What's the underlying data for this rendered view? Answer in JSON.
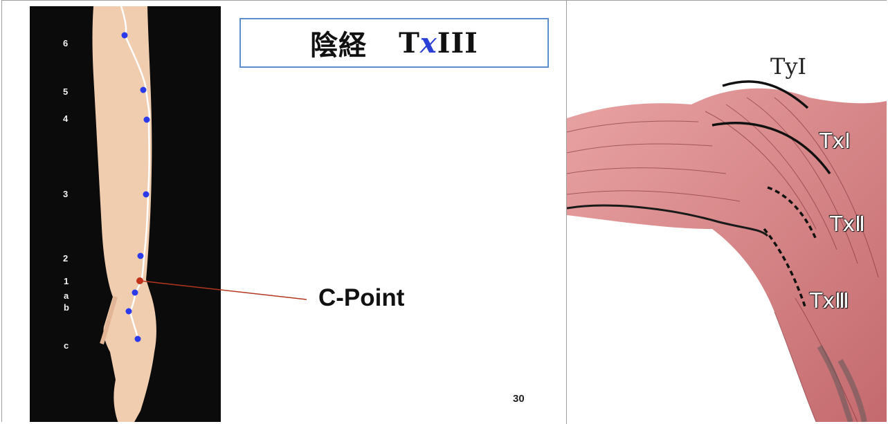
{
  "slide": {
    "title_jp": "陰経",
    "title_t": "T",
    "title_x": "x",
    "title_roman": "III",
    "callout": "C-Point",
    "page_number": "30",
    "point_labels": [
      "6",
      "5",
      "4",
      "3",
      "2",
      "1",
      "a",
      "b",
      "c"
    ],
    "colors": {
      "point": "#2b3bea",
      "c_point": "#c0311a",
      "title_border": "#5b8ccc",
      "x_accent": "#2a3fd8"
    }
  },
  "anatomy": {
    "labels": [
      "TyⅠ",
      "TxⅠ",
      "TxⅡ",
      "TxⅢ"
    ]
  }
}
